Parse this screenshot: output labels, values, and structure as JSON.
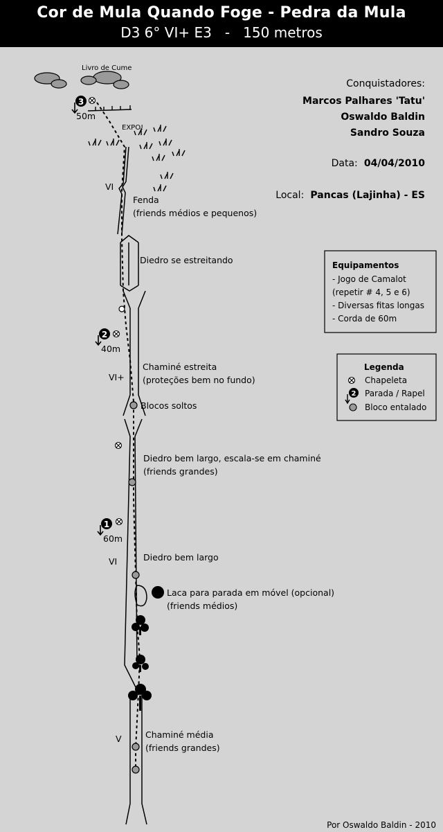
{
  "header": {
    "title": "Cor de Mula Quando Foge - Pedra da Mula",
    "subtitle": "D3 6° VI+ E3   -   150 metros"
  },
  "summit": {
    "label": "Livro de Cume",
    "expo": "EXPO!"
  },
  "info": {
    "conquistadores_label": "Conquistadores:",
    "conquistadores": [
      "Marcos Palhares 'Tatu'",
      "Oswaldo Baldin",
      "Sandro Souza"
    ],
    "data_label": "Data:",
    "data_value": "04/04/2010",
    "local_label": "Local:",
    "local_value": "Pancas (Lajinha) - ES"
  },
  "equipamentos": {
    "title": "Equipamentos",
    "items": [
      "- Jogo de Camalot",
      "(repetir # 4, 5 e 6)",
      "- Diversas fitas longas",
      "- Corda de 60m"
    ]
  },
  "legenda": {
    "title": "Legenda",
    "items": [
      "Chapeleta",
      "Parada / Rapel",
      "Bloco entalado"
    ],
    "marker_number": "2"
  },
  "stations": [
    {
      "number": "3",
      "length": "50m"
    },
    {
      "number": "2",
      "length": "40m"
    },
    {
      "number": "1",
      "length": "60m"
    }
  ],
  "grades": [
    "VI",
    "VI+",
    "VI",
    "V"
  ],
  "features": {
    "fenda": [
      "Fenda",
      "(friends médios e pequenos)"
    ],
    "diedro_estreitando": "Diedro se estreitando",
    "chamine_estreita": [
      "Chaminé estreita",
      "(proteções bem no fundo)"
    ],
    "blocos_soltos": "Blocos soltos",
    "diedro_largo_chamine": [
      "Diedro bem largo, escala-se em chaminé",
      "(friends grandes)"
    ],
    "diedro_largo": "Diedro bem largo",
    "laca": [
      "Laca para parada em móvel (opcional)",
      "(friends médios)"
    ],
    "chamine_media": [
      "Chaminé média",
      "(friends grandes)"
    ]
  },
  "credit": "Por Oswaldo Baldin - 2010"
}
